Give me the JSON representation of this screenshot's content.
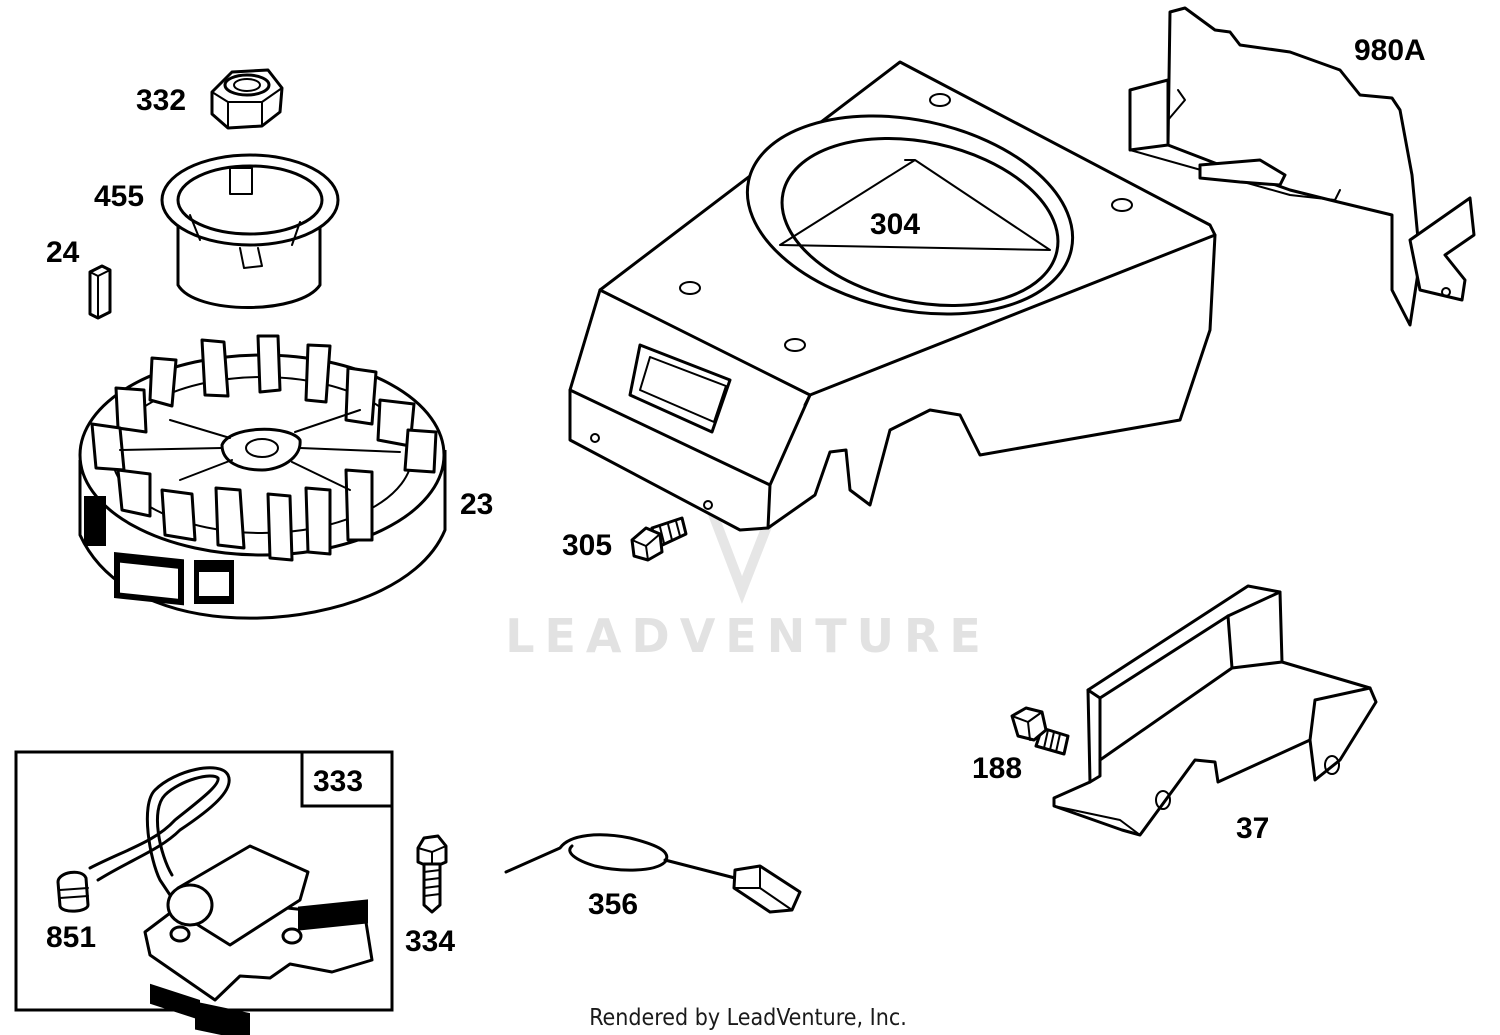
{
  "diagram": {
    "labels": {
      "p332": "332",
      "p455": "455",
      "p24": "24",
      "p23": "23",
      "p304": "304",
      "p980A": "980A",
      "p305": "305",
      "p188": "188",
      "p37": "37",
      "p333": "333",
      "p851": "851",
      "p334": "334",
      "p356": "356"
    },
    "watermark": "LEADVENTURE",
    "credit": "Rendered by LeadVenture, Inc."
  }
}
